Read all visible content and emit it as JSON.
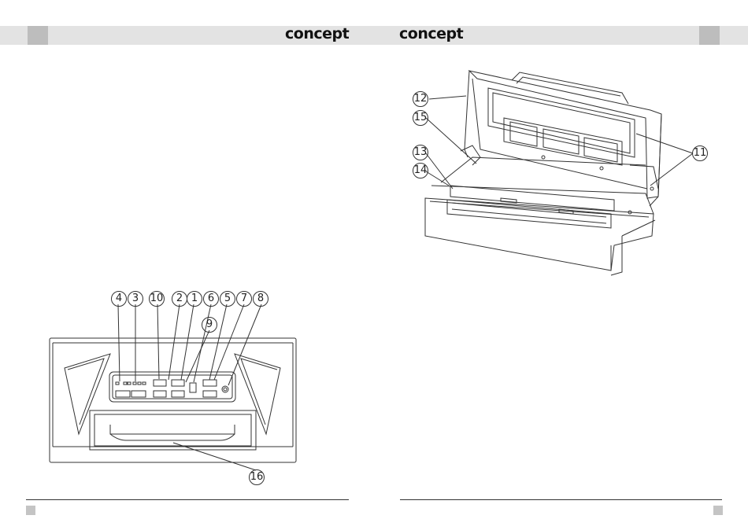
{
  "header": {
    "brand_left": "concept",
    "brand_right": "concept"
  },
  "figure_top": {
    "callouts": [
      "4",
      "3",
      "10",
      "2",
      "1",
      "6",
      "5",
      "7",
      "8",
      "9",
      "16"
    ]
  },
  "figure_right": {
    "callouts": [
      "12",
      "15",
      "13",
      "14",
      "11"
    ]
  },
  "colors": {
    "header_bar": "#e3e3e3",
    "header_square": "#bdbdbd",
    "line": "#333333"
  }
}
